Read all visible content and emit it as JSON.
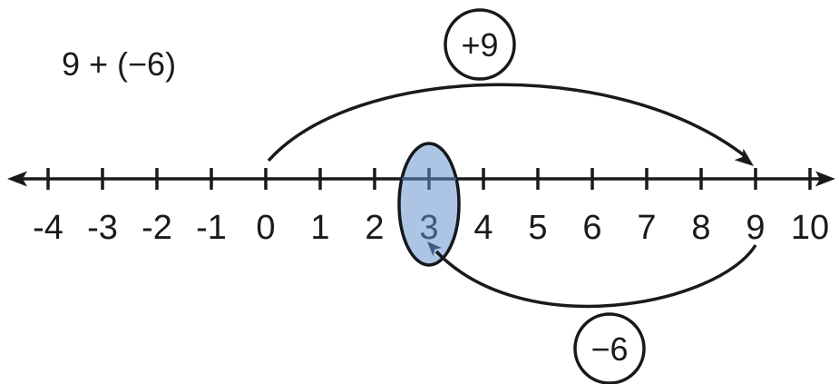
{
  "expression": "9 + (−6)",
  "number_line": {
    "tick_values": [
      -4,
      -3,
      -2,
      -1,
      0,
      1,
      2,
      3,
      4,
      5,
      6,
      7,
      8,
      9,
      10
    ],
    "min_label": "-4",
    "max_label": "10",
    "highlighted_value": 3,
    "highlight_label": "3"
  },
  "jumps": [
    {
      "label": "+9",
      "from": 0,
      "to": 9,
      "position": "above-line",
      "direction": "right"
    },
    {
      "label": "−6",
      "from": 9,
      "to": 3,
      "position": "below-line",
      "direction": "left"
    }
  ],
  "colors": {
    "ink": "#1a1a1a",
    "highlight_fill": "#adc5e4",
    "highlight_stroke": "#14171c",
    "highlight_ink": "#3e5a7e"
  }
}
